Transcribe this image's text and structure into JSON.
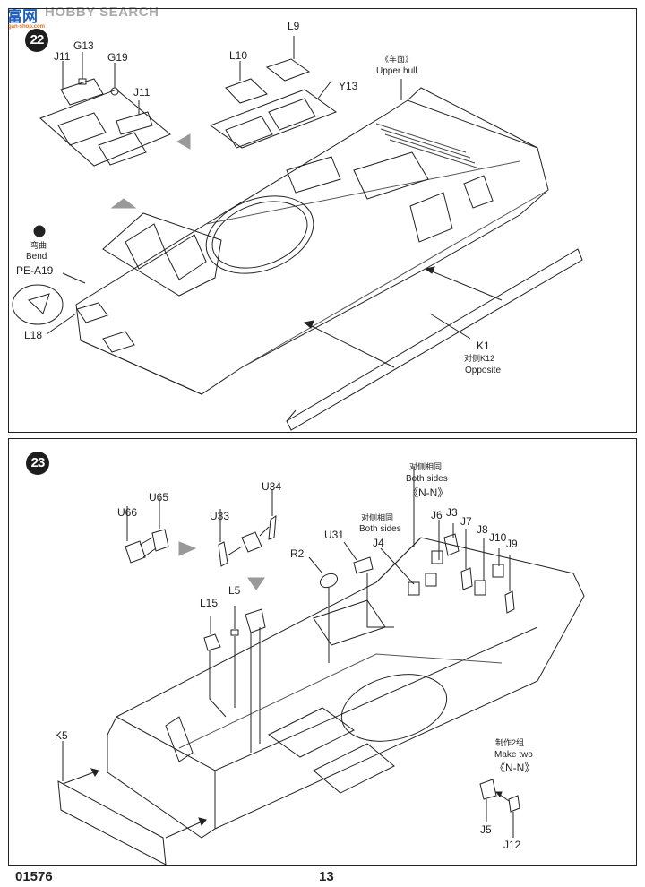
{
  "watermark": {
    "brand": "HOBBY SEARCH",
    "cn_brand": "富网",
    "url": "gan-shop.com"
  },
  "footer": {
    "catalog_number": "01576",
    "page_number": "13"
  },
  "steps": [
    {
      "number": "22",
      "labels": {
        "j11_a": "J11",
        "g13": "G13",
        "g19": "G19",
        "j11_b": "J11",
        "l10": "L10",
        "l9": "L9",
        "y13": "Y13",
        "upper_hull_cn": "《车面》",
        "upper_hull_en": "Upper hull",
        "bend_cn": "弯曲",
        "bend_en": "Bend",
        "pe_a19": "PE-A19",
        "l18": "L18",
        "k1": "K1",
        "k1_opposite_cn": "对侧K12",
        "k1_opposite_en": "Opposite"
      }
    },
    {
      "number": "23",
      "labels": {
        "u66": "U66",
        "u65": "U65",
        "u33": "U33",
        "u34": "U34",
        "r2": "R2",
        "u31": "U31",
        "l15": "L15",
        "l5": "L5",
        "both_sides_cn_1": "对侧相同",
        "both_sides_en_1": "Both sides",
        "j4": "J4",
        "both_sides_cn_2": "对侧相同",
        "both_sides_en_2": "Both sides",
        "nn_1": "《N-N》",
        "j6": "J6",
        "j3": "J3",
        "j7": "J7",
        "j8": "J8",
        "j10": "J10",
        "j9": "J9",
        "k5": "K5",
        "make_two_cn": "制作2组",
        "make_two_en": "Make two",
        "nn_2": "《N-N》",
        "j5": "J5",
        "j12": "J12"
      }
    }
  ]
}
